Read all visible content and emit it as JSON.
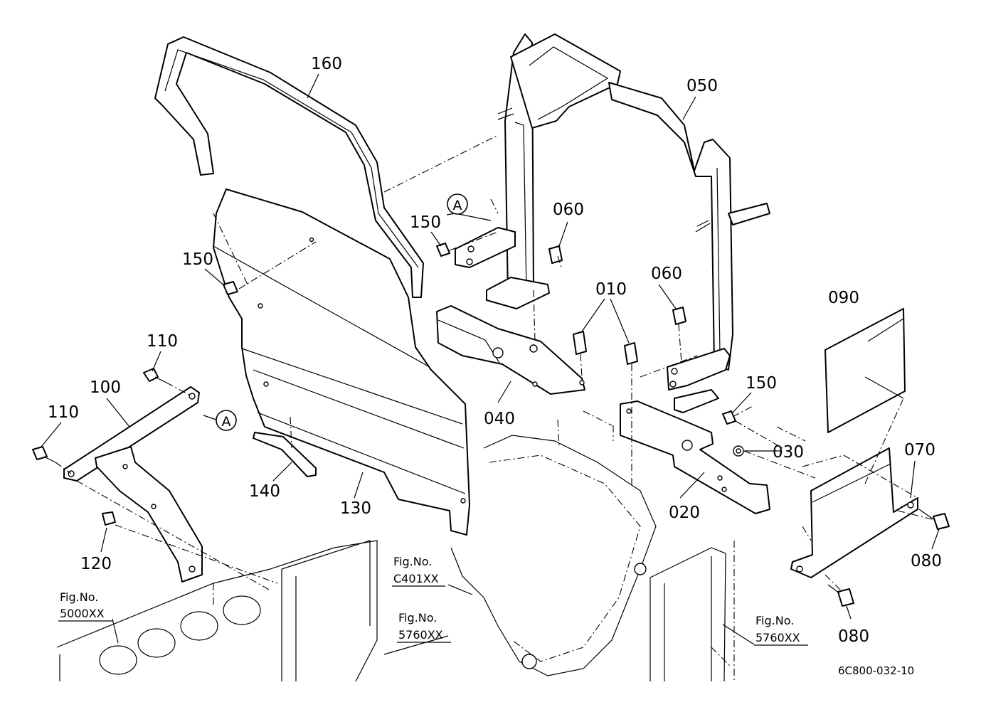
{
  "part_labels": {
    "p160": "160",
    "p050": "050",
    "p060a": "060",
    "p060b": "060",
    "p150a": "150",
    "p150b": "150",
    "p150c": "150",
    "p010": "010",
    "p090": "090",
    "p110a": "110",
    "p110b": "110",
    "p100": "100",
    "p040": "040",
    "p140": "140",
    "p130": "130",
    "p120": "120",
    "p020": "020",
    "p030": "030",
    "p070": "070",
    "p080a": "080",
    "p080b": "080"
  },
  "callouts": {
    "a1": "A",
    "a2": "A"
  },
  "figure_refs": {
    "r1_line1": "Fig.No.",
    "r1_line2": "C401XX",
    "r2_line1": "Fig.No.",
    "r2_line2": "5000XX",
    "r3_line1": "Fig.No.",
    "r3_line2": "5760XX",
    "r4_line1": "Fig.No.",
    "r4_line2": "5760XX"
  },
  "drawing_code": "6C800-032-10"
}
